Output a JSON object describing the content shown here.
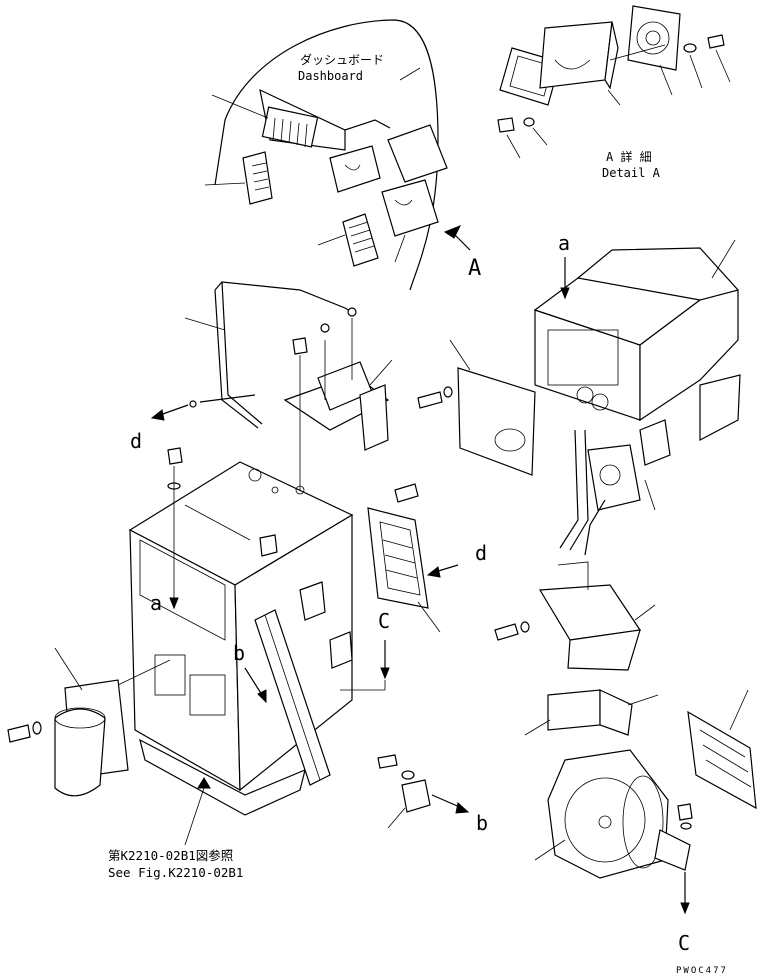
{
  "labels": {
    "dashboard_jp": "ダッシュボード",
    "dashboard_en": "Dashboard",
    "detail_a_jp": "A 詳 細",
    "detail_a_en": "Detail A",
    "view_a": "A",
    "ref_a_top": "a",
    "ref_a_left": "a",
    "ref_b_mid": "b",
    "ref_b_bottom": "b",
    "ref_c_mid": "C",
    "ref_c_bottom": "C",
    "ref_d_left": "d",
    "ref_d_right": "d",
    "see_fig_jp": "第K2210-02B1図参照",
    "see_fig_en": "See Fig.K2210-02B1",
    "drawing_code": "PWOC477"
  }
}
